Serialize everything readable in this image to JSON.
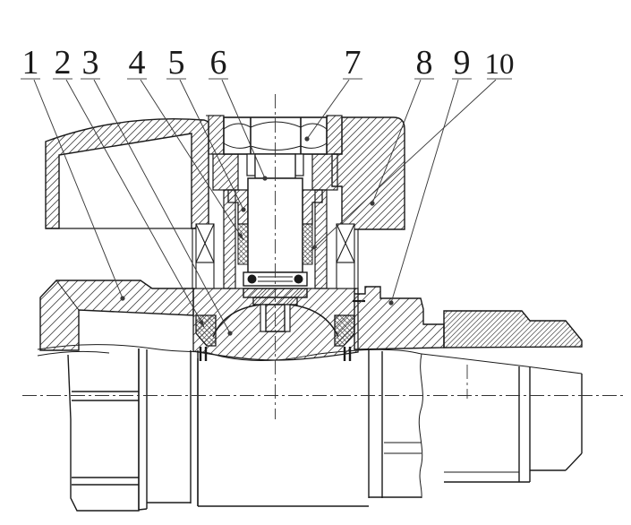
{
  "callouts": [
    {
      "label": "1"
    },
    {
      "label": "2"
    },
    {
      "label": "3"
    },
    {
      "label": "4"
    },
    {
      "label": "5"
    },
    {
      "label": "6"
    },
    {
      "label": "7"
    },
    {
      "label": "8"
    },
    {
      "label": "9"
    },
    {
      "label": "10"
    }
  ],
  "colors": {
    "line": "#1a1a1a",
    "background": "#ffffff",
    "hatch": "#444444",
    "leader": "#3a3a3a",
    "underline": "#8a8a8a"
  }
}
